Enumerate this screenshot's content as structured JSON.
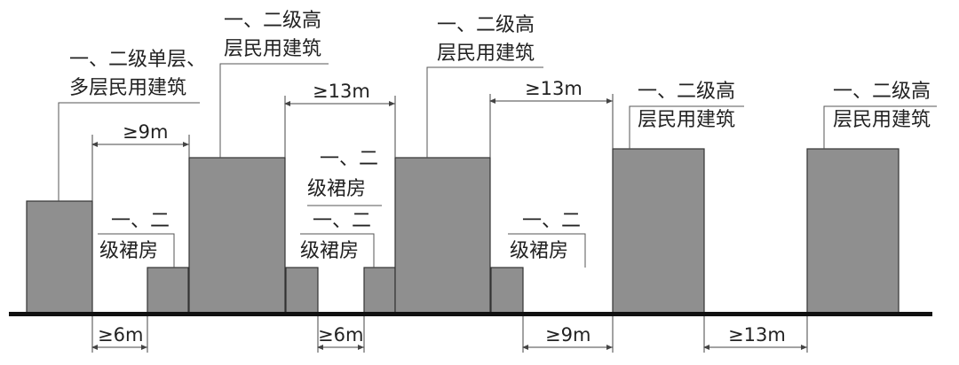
{
  "labels": {
    "lowrise_l1": "一、二级单层、",
    "lowrise_l2": "多层民用建筑",
    "high1_l1": "一、二级高",
    "high1_l2": "层民用建筑",
    "high2_l1": "一、二级高",
    "high2_l2": "层民用建筑",
    "high3_l1": "一、二级高",
    "high3_l2": "层民用建筑",
    "high4_l1": "一、二级高",
    "high4_l2": "层民用建筑",
    "podium1_l1": "一、二",
    "podium1_l2": "级裙房",
    "podium2_l1": "一、二",
    "podium2_l2": "级裙房",
    "podium3_l1": "一、二",
    "podium3_l2": "级裙房",
    "podium4_l1": "一、二",
    "podium4_l2": "级裙房"
  },
  "dimensions": {
    "d1": "≥9m",
    "d2": "≥13m",
    "d3": "≥13m",
    "d4": "≥6m",
    "d5": "≥6m",
    "d6": "≥9m",
    "d7": "≥13m"
  },
  "colors": {
    "building": "#8f8f8f",
    "ground": "#111111"
  }
}
